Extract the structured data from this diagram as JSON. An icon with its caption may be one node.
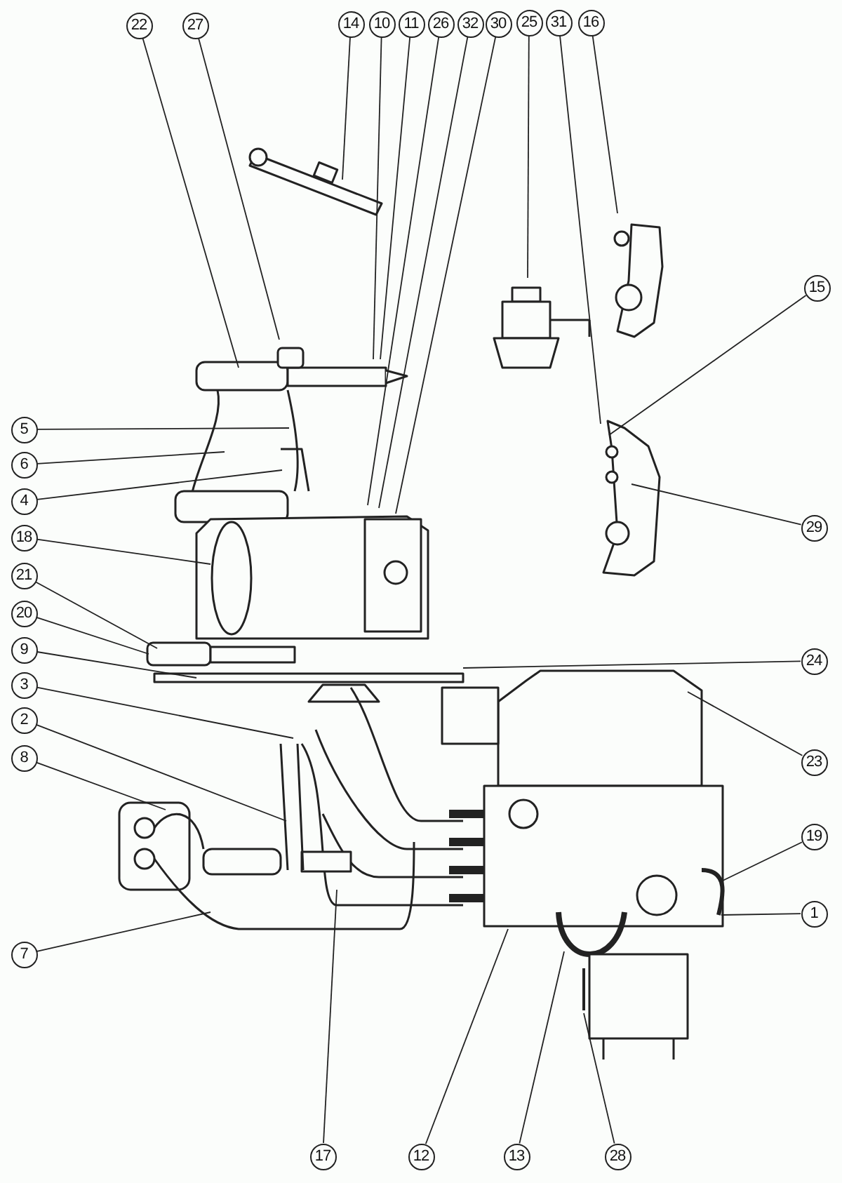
{
  "diagram": {
    "nodes": [
      {
        "text": [
          "22"
        ]
      },
      {
        "text": [
          "27"
        ]
      },
      {
        "text": [
          "14"
        ]
      },
      {
        "text": [
          "10"
        ]
      },
      {
        "text": [
          "11"
        ]
      },
      {
        "text": [
          "26"
        ]
      },
      {
        "text": [
          "32"
        ]
      },
      {
        "text": [
          "30"
        ]
      },
      {
        "text": [
          "25"
        ]
      },
      {
        "text": [
          "31"
        ]
      },
      {
        "text": [
          "16"
        ]
      },
      {
        "text": [
          "15"
        ]
      },
      {
        "text": [
          "5"
        ]
      },
      {
        "text": [
          "6"
        ]
      },
      {
        "text": [
          "4"
        ]
      },
      {
        "text": [
          "29"
        ]
      },
      {
        "text": [
          "18"
        ]
      },
      {
        "text": [
          "21"
        ]
      },
      {
        "text": [
          "20"
        ]
      },
      {
        "text": [
          "9"
        ]
      },
      {
        "text": [
          "24"
        ]
      },
      {
        "text": [
          "3"
        ]
      },
      {
        "text": [
          "23"
        ]
      },
      {
        "text": [
          "2"
        ]
      },
      {
        "text": [
          "8"
        ]
      },
      {
        "text": [
          "19"
        ]
      },
      {
        "text": [
          "1"
        ]
      },
      {
        "text": [
          "7"
        ]
      },
      {
        "text": [
          "17"
        ]
      },
      {
        "text": [
          "12"
        ]
      },
      {
        "text": [
          "13"
        ]
      },
      {
        "text": [
          "28"
        ]
      }
    ],
    "edges": [
      {
        "from": 0,
        "to": null,
        "arrow": "none"
      },
      {
        "from": 1,
        "to": null,
        "arrow": "none"
      },
      {
        "from": 2,
        "to": null,
        "arrow": "none"
      },
      {
        "from": 3,
        "to": null,
        "arrow": "none"
      },
      {
        "from": 4,
        "to": null,
        "arrow": "none"
      },
      {
        "from": 5,
        "to": null,
        "arrow": "none"
      },
      {
        "from": 6,
        "to": null,
        "arrow": "none"
      },
      {
        "from": 7,
        "to": null,
        "arrow": "none"
      },
      {
        "from": 8,
        "to": null,
        "arrow": "none"
      },
      {
        "from": 9,
        "to": null,
        "arrow": "none"
      },
      {
        "from": 10,
        "to": null,
        "arrow": "none"
      },
      {
        "from": 11,
        "to": null,
        "arrow": "none"
      },
      {
        "from": 12,
        "to": null,
        "arrow": "none"
      },
      {
        "from": 13,
        "to": null,
        "arrow": "none"
      },
      {
        "from": 14,
        "to": null,
        "arrow": "none"
      },
      {
        "from": 15,
        "to": null,
        "arrow": "none"
      },
      {
        "from": 16,
        "to": null,
        "arrow": "none"
      },
      {
        "from": 17,
        "to": null,
        "arrow": "none"
      },
      {
        "from": 18,
        "to": null,
        "arrow": "none"
      },
      {
        "from": 19,
        "to": null,
        "arrow": "none"
      },
      {
        "from": 20,
        "to": null,
        "arrow": "none"
      },
      {
        "from": 21,
        "to": null,
        "arrow": "none"
      },
      {
        "from": 22,
        "to": null,
        "arrow": "none"
      },
      {
        "from": 23,
        "to": null,
        "arrow": "none"
      },
      {
        "from": 24,
        "to": null,
        "arrow": "none"
      },
      {
        "from": 25,
        "to": null,
        "arrow": "none"
      },
      {
        "from": 26,
        "to": null,
        "arrow": "none"
      },
      {
        "from": 27,
        "to": null,
        "arrow": "none"
      },
      {
        "from": 28,
        "to": null,
        "arrow": "none"
      },
      {
        "from": 29,
        "to": null,
        "arrow": "none"
      },
      {
        "from": 30,
        "to": null,
        "arrow": "none"
      },
      {
        "from": 31,
        "to": null,
        "arrow": "none"
      }
    ]
  }
}
